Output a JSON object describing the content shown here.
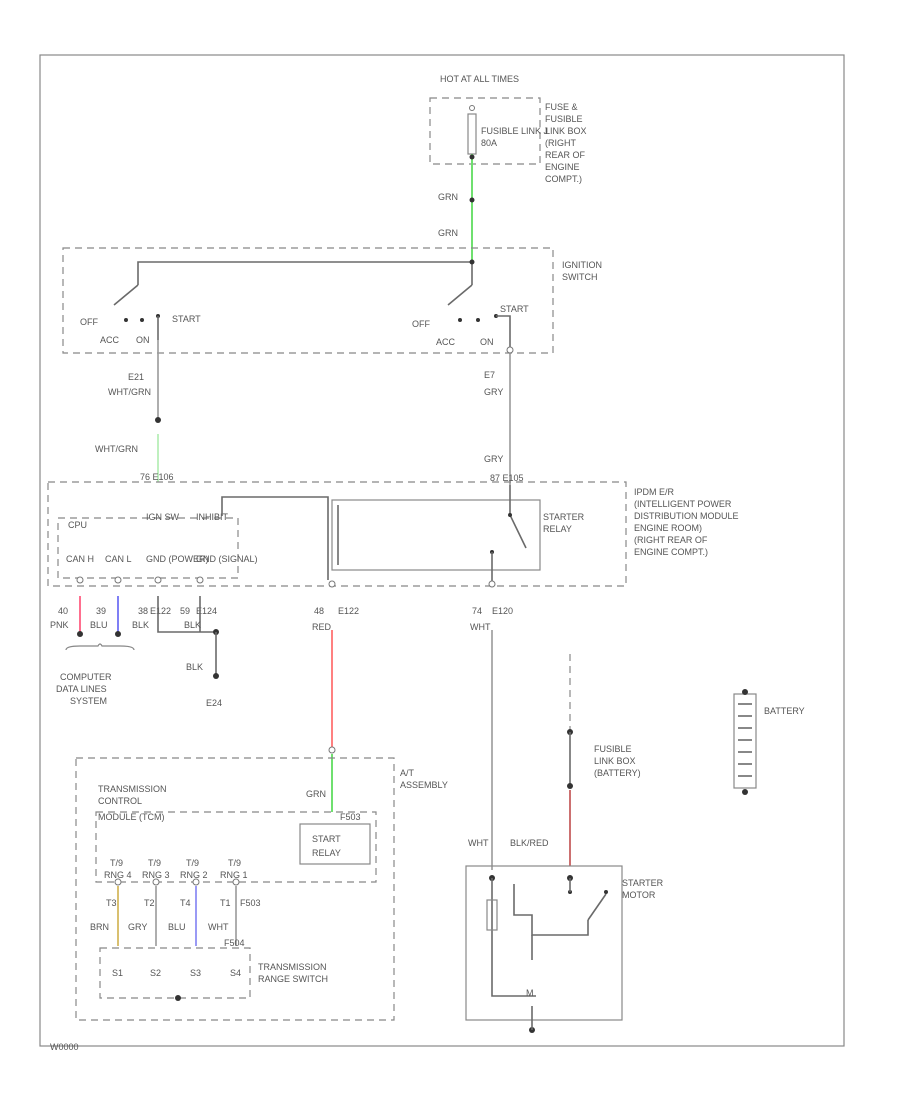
{
  "colors": {
    "background": "#ffffff",
    "wire": "#9a9a9a",
    "grn": "#6fe06f",
    "pnk": "#ff6f8f",
    "blu": "#7f7ff5",
    "red": "#ff8080",
    "brn": "#d9c070",
    "blu2": "#9a9af5",
    "blk_red": "#cc7070"
  },
  "labels": {
    "hot_at_all_times": "HOT AT ALL TIMES",
    "fusible_link_j": "FUSIBLE LINK J",
    "fusible_link_j_amp": "80A",
    "fuse_box_1": "FUSE &",
    "fuse_box_2": "FUSIBLE",
    "fuse_box_3": "LINK BOX",
    "fuse_box_4": "(RIGHT",
    "fuse_box_5": "REAR OF",
    "fuse_box_6": "ENGINE",
    "fuse_box_7": "COMPT.)",
    "grn_1": "GRN",
    "grn_2": "GRN",
    "ignition_switch_1": "IGNITION",
    "ignition_switch_2": "SWITCH",
    "off_l": "OFF",
    "acc_l": "ACC",
    "on_l": "ON",
    "start_l": "START",
    "off_r": "OFF",
    "acc_r": "ACC",
    "on_r": "ON",
    "start_r": "START",
    "pin_e21": "E21",
    "wht_grn_1": "WHT/GRN",
    "wht_grn_2": "WHT/GRN",
    "pin_e7": "E7",
    "gry_1": "GRY",
    "gry_2": "GRY",
    "pin_76_e106": "76  E106",
    "pin_87_e105": "87  E105",
    "ipdm_1": "IPDM E/R",
    "ipdm_2": "(INTELLIGENT POWER",
    "ipdm_3": "DISTRIBUTION MODULE",
    "ipdm_4": "ENGINE ROOM)",
    "ipdm_5": "(RIGHT REAR OF",
    "ipdm_6": "ENGINE COMPT.)",
    "cpu": "CPU",
    "ign_sw": "IGN SW",
    "inhibit": "INHIBIT",
    "can_h": "CAN H",
    "can_l": "CAN L",
    "gnd_power": "GND (POWER)",
    "gnd_signal": "GND (SIGNAL)",
    "starter_relay_1": "STARTER",
    "starter_relay_2": "RELAY",
    "pin_40": "40",
    "pin_39": "39",
    "pin_38": "38",
    "e122_a": "E122",
    "pin_59": "59",
    "e124": "E124",
    "pin_48": "48",
    "e122_b": "E122",
    "pin_74": "74",
    "e120": "E120",
    "pnk": "PNK",
    "blu": "BLU",
    "blk_1": "BLK",
    "blk_2": "BLK",
    "blk_3": "BLK",
    "red": "RED",
    "wht_1": "WHT",
    "computer_1": "COMPUTER",
    "computer_2": "DATA LINES",
    "computer_3": "SYSTEM",
    "ground_e24": "E24",
    "battery": "BATTERY",
    "fusible_link_battery_1": "FUSIBLE",
    "fusible_link_battery_2": "LINK BOX",
    "fusible_link_battery_3": "(BATTERY)",
    "at_assembly_1": "A/T",
    "at_assembly_2": "ASSEMBLY",
    "grn_3": "GRN",
    "tcm_1": "TRANSMISSION",
    "tcm_2": "CONTROL",
    "tcm_3": "MODULE (TCM)",
    "f503": "F503",
    "start_relay_1": "START",
    "start_relay_2": "RELAY",
    "t9_1": "T/9",
    "t9_2": "T/9",
    "t9_3": "T/9",
    "t9_4": "T/9",
    "range_1": "RNG 4",
    "range_2": "RNG 3",
    "range_3": "RNG 2",
    "range_4": "RNG 1",
    "pin_t3": "T3",
    "pin_t2": "T2",
    "pin_t4": "T4",
    "pin_t1": "T1",
    "f503_b": "F503",
    "brn": "BRN",
    "gry_3": "GRY",
    "blu_2": "BLU",
    "wht_2": "WHT",
    "f504": "F504",
    "s1": "S1",
    "s2": "S2",
    "s3": "S3",
    "s4": "S4",
    "range_switch_1": "TRANSMISSION",
    "range_switch_2": "RANGE SWITCH",
    "wht_3": "WHT",
    "blk_red": "BLK/RED",
    "starter_motor_1": "STARTER",
    "starter_motor_2": "MOTOR",
    "m": "M",
    "footer": "W0000"
  }
}
